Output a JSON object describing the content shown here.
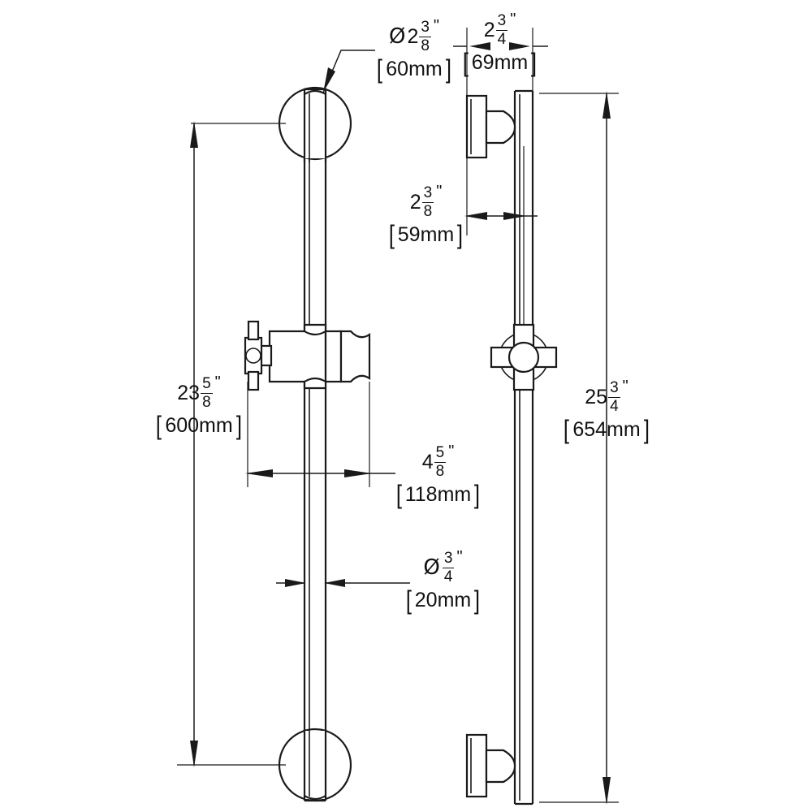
{
  "drawing": {
    "title": "Shower slide bar technical dimension drawing",
    "type": "orthographic-dimension-drawing",
    "units": {
      "primary": "inch",
      "secondary": "mm"
    },
    "line_color": "#1a1a1a",
    "background_color": "#ffffff",
    "views": [
      {
        "name": "front-view",
        "description": "Front elevation of slide bar with upper and lower round escutcheons and sliding handshower bracket"
      },
      {
        "name": "side-view",
        "description": "Side elevation showing wall flanges, standoff posts and cross handle"
      }
    ]
  },
  "dimensions": {
    "escutcheon_diameter": {
      "name": "escutcheon-diameter",
      "diameter_symbol": "Ø",
      "whole": "2",
      "numerator": "3",
      "denominator": "8",
      "inch_mark": "\"",
      "metric": "60mm",
      "bracket_open": "[",
      "bracket_close": "]"
    },
    "wall_projection_top": {
      "name": "wall-projection-top",
      "diameter_symbol": "",
      "whole": "2",
      "numerator": "3",
      "denominator": "4",
      "inch_mark": "\"",
      "metric": "69mm",
      "bracket_open": "[",
      "bracket_close": "]"
    },
    "bar_standoff": {
      "name": "bar-standoff",
      "diameter_symbol": "",
      "whole": "2",
      "numerator": "3",
      "denominator": "8",
      "inch_mark": "\"",
      "metric": "59mm",
      "bracket_open": "[",
      "bracket_close": "]"
    },
    "bar_length": {
      "name": "bar-center-length",
      "diameter_symbol": "",
      "whole": "23",
      "numerator": "5",
      "denominator": "8",
      "inch_mark": "\"",
      "metric": "600mm",
      "bracket_open": "[",
      "bracket_close": "]"
    },
    "bracket_width": {
      "name": "bracket-width",
      "diameter_symbol": "",
      "whole": "4",
      "numerator": "5",
      "denominator": "8",
      "inch_mark": "\"",
      "metric": "118mm",
      "bracket_open": "[",
      "bracket_close": "]"
    },
    "bar_diameter": {
      "name": "bar-diameter",
      "diameter_symbol": "Ø",
      "whole": "",
      "numerator": "3",
      "denominator": "4",
      "inch_mark": "\"",
      "metric": "20mm",
      "bracket_open": "[",
      "bracket_close": "]"
    },
    "overall_height": {
      "name": "overall-height",
      "diameter_symbol": "",
      "whole": "25",
      "numerator": "3",
      "denominator": "4",
      "inch_mark": "\"",
      "metric": "654mm",
      "bracket_open": "[",
      "bracket_close": "]"
    }
  }
}
